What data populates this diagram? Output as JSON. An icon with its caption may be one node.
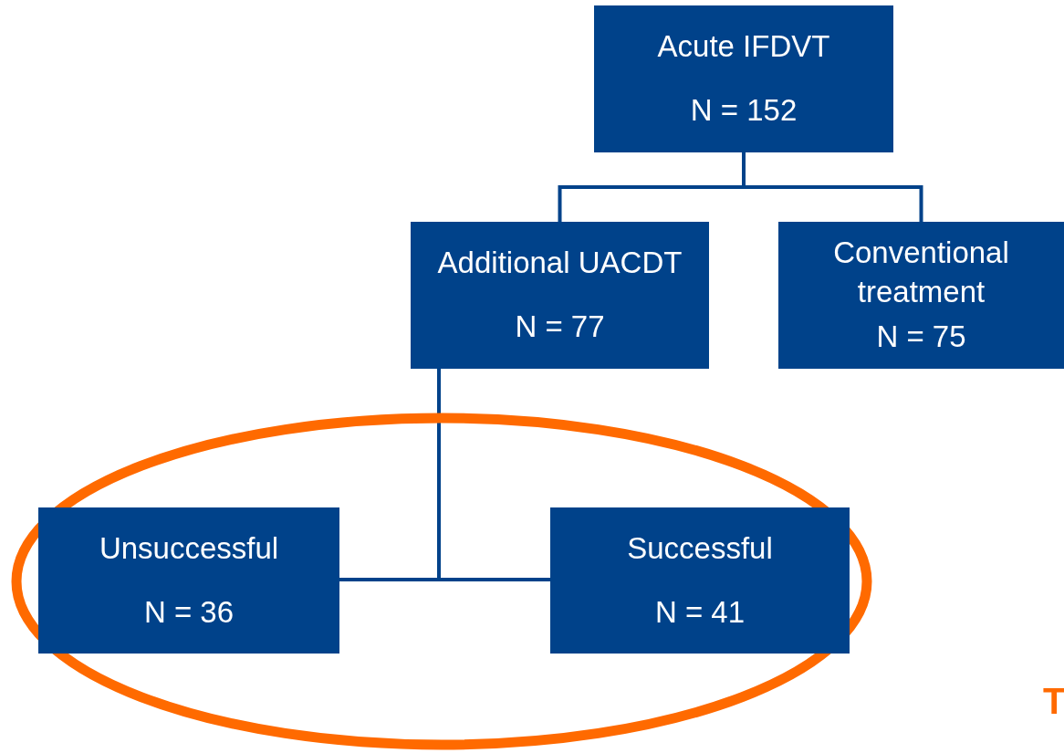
{
  "diagram": {
    "nodes": [
      {
        "text": [
          "Acute IFDVT",
          "N = 152"
        ]
      },
      {
        "text": [
          "Additional UACDT",
          "N = 77"
        ]
      },
      {
        "text": [
          "Conventional treatment",
          "N = 75"
        ]
      },
      {
        "text": [],
        "shape": "ellipse"
      },
      {
        "text": [
          "Unsuccessful",
          "N = 36"
        ],
        "in": 3
      },
      {
        "text": [
          "Successful",
          "N = 41"
        ],
        "in": 3
      }
    ],
    "edges": [
      {
        "from": 0,
        "to": 1,
        "arrow": "none"
      },
      {
        "from": 0,
        "to": 2,
        "arrow": "none"
      },
      {
        "from": 1,
        "to": 4,
        "arrow": "none"
      },
      {
        "from": 1,
        "to": 5,
        "arrow": "none"
      }
    ],
    "labels": [
      "T"
    ]
  }
}
